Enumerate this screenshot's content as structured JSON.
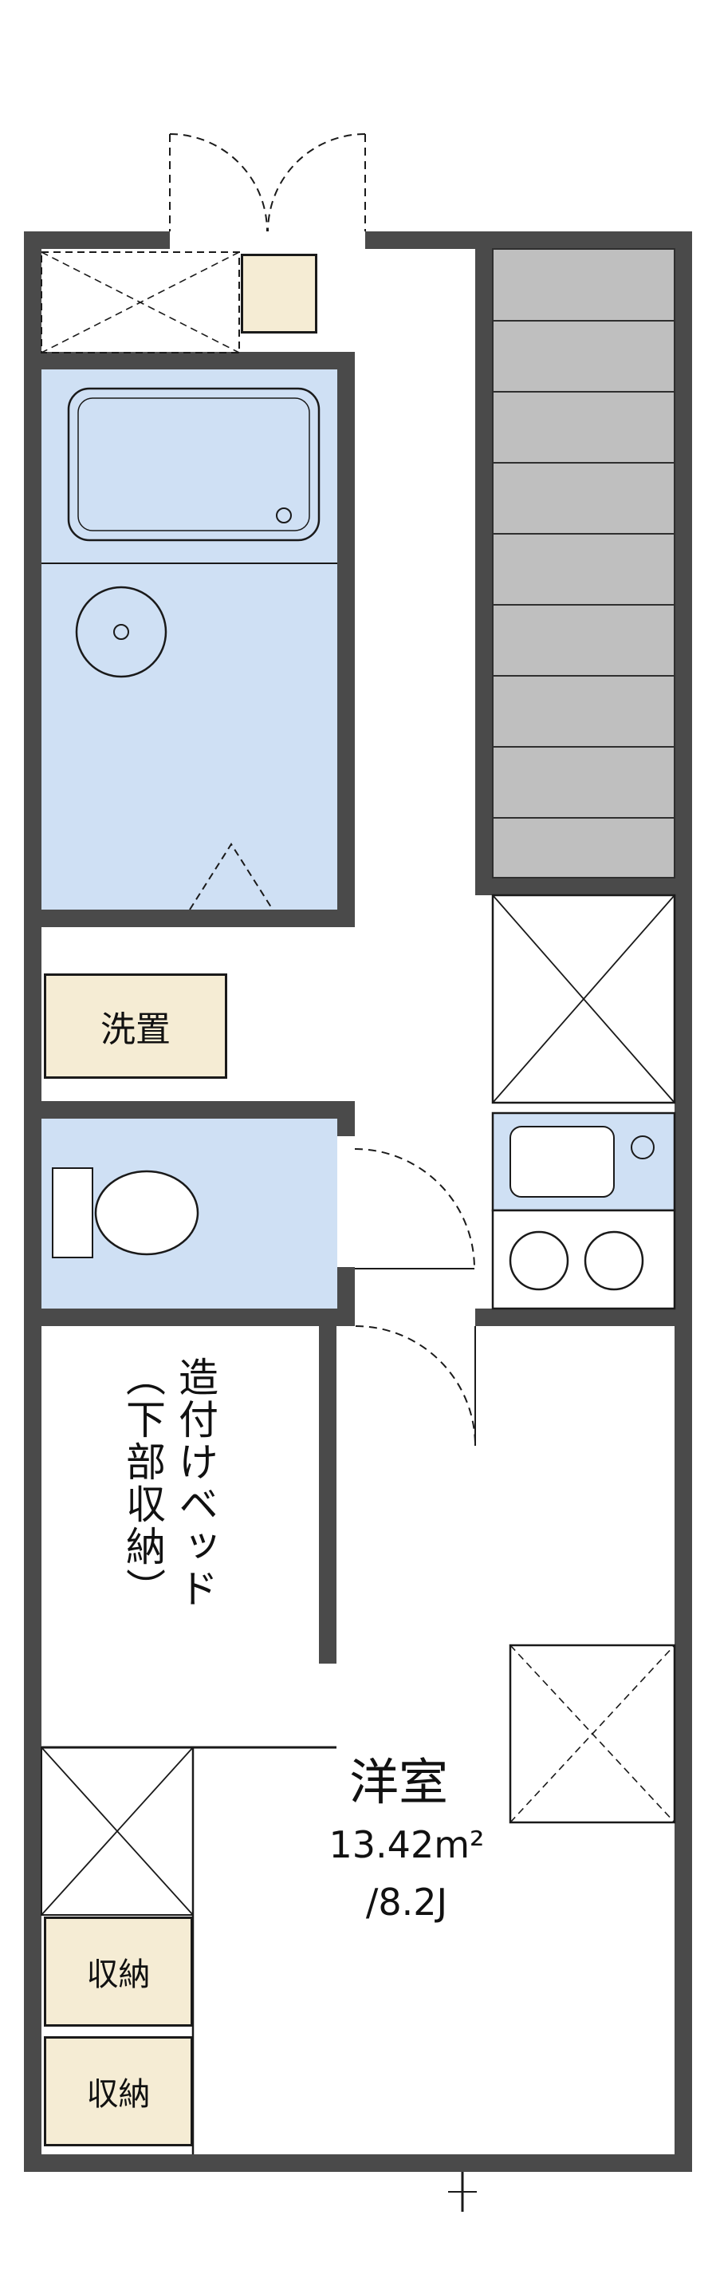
{
  "colors": {
    "wall": "#4a4a4a",
    "water": "#cfe0f4",
    "storage": "#f5ecd4",
    "stairs": "#bfbfbf",
    "line": "#1a1a1a"
  },
  "labels": {
    "washer_space": "洗置",
    "bed_line1": "造付けベッド",
    "bed_line2": "（下部収納）",
    "main_room_name": "洋室",
    "main_room_area_m2": "13.42m²",
    "main_room_area_jo": "/8.2J",
    "storage_upper": "収納",
    "storage_lower": "収納"
  }
}
